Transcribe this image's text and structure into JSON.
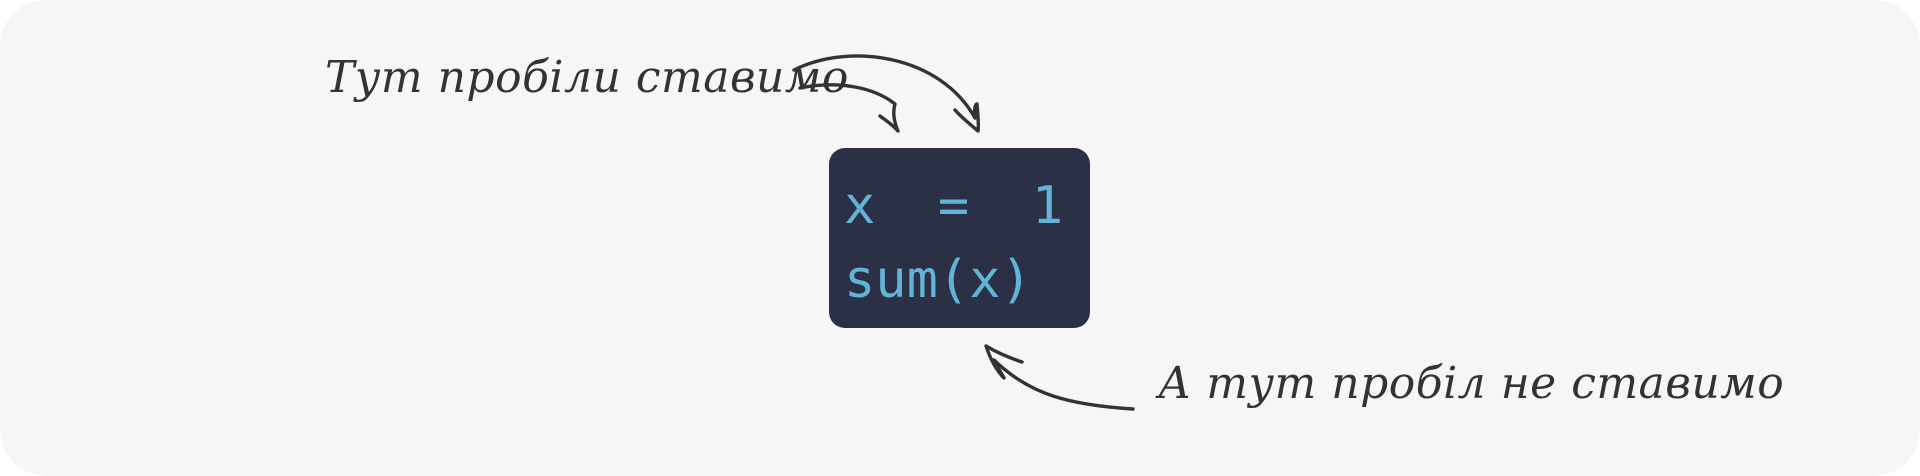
{
  "annotations": {
    "top": "Тут пробіли ставимо",
    "bottom": "А тут пробіл не ставимо"
  },
  "code": {
    "line1": "x  =  1",
    "line2": "sum(x)"
  },
  "colors": {
    "background": "#f6f6f6",
    "code_background": "#2b3044",
    "code_text": "#62b3d8",
    "annotation_text": "#333333"
  }
}
